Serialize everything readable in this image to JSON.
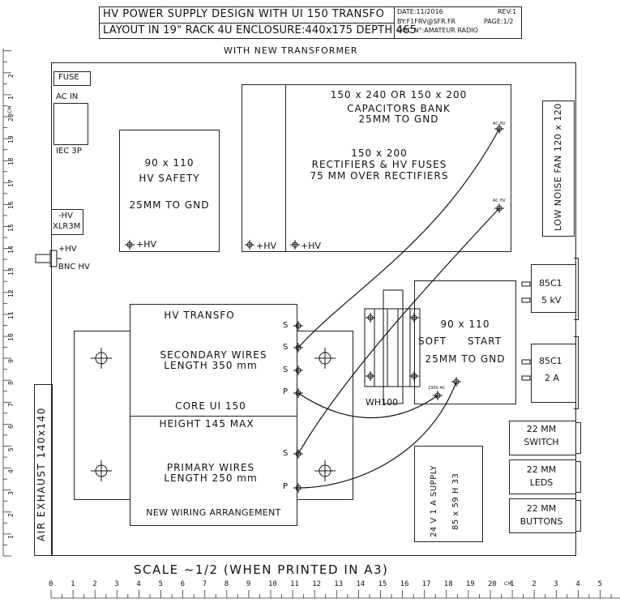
{
  "title_block": {
    "line1": "HV POWER SUPPLY DESIGN WITH UI 150 TRANSFO",
    "line2": "LAYOUT IN 19\" RACK 4U ENCLOSURE:440x175 DEPTH 465",
    "date": "DATE:11/2016",
    "rev": "REV:1",
    "by": "BY:F1FRV@SFR.FR",
    "page": "PAGE:1/2",
    "doc": "DOC N°:AMATEUR RADIO"
  },
  "subtitle": "WITH NEW TRANSFORMER",
  "fuse": "FUSE",
  "ac_in": "AC IN",
  "iec": "IEC 3P",
  "neg_hv": "-HV",
  "xlr": "XLR3M",
  "pos_hv": "+HV",
  "bnc": "BNC HV",
  "hv_safety": {
    "dims": "90 x 110",
    "name": "HV SAFETY",
    "gnd": "25MM TO GND",
    "terminal": "+HV"
  },
  "capacitors": {
    "dims": "150 x 240 OR 150 x 200",
    "name": "CAPACITORS BANK",
    "gnd": "25MM TO GND",
    "terminal_left": "+HV",
    "terminal_right": "+HV"
  },
  "rectifiers": {
    "dims": "150 x 200",
    "name": "RECTIFIERS & HV FUSES",
    "note": "75 MM OVER RECTIFIERS"
  },
  "ac_hv_label": "AC HV",
  "fan": "LOW NOISE FAN 120 x 120",
  "meter1": {
    "name": "85C1",
    "value": "5 kV"
  },
  "meter2": {
    "name": "85C1",
    "value": "2 A"
  },
  "switch": {
    "size": "22 MM",
    "name": "SWITCH"
  },
  "leds": {
    "size": "22 MM",
    "name": "LEDS"
  },
  "buttons": {
    "size": "22 MM",
    "name": "BUTTONS"
  },
  "transfo": {
    "title": "HV TRANSFO",
    "secondary": "SECONDARY WIRES",
    "secondary_len": "LENGTH 350 mm",
    "core": "CORE UI 150",
    "height": "HEIGHT 145 MAX",
    "primary": "PRIMARY WIRES",
    "primary_len": "LENGTH 250 mm",
    "wiring": "NEW WIRING ARRANGEMENT"
  },
  "terminals": [
    "S",
    "S",
    "S",
    "P",
    "S",
    "P"
  ],
  "wh100": "WH100",
  "soft_start": {
    "dims": "90 x 110",
    "line1": "SOFT",
    "line2": "START",
    "gnd": "25MM TO GND"
  },
  "ac_230_label": "230V AC",
  "supply": {
    "line1": "24 V 1 A SUPPLY",
    "line2": "85 x 59 H 33"
  },
  "air_exhaust": "AIR EXHAUST 140x140",
  "scale": "SCALE ~1/2 (WHEN PRINTED IN A3)",
  "ruler_h": [
    "0",
    "1",
    "2",
    "3",
    "4",
    "5",
    "6",
    "7",
    "8",
    "9",
    "10",
    "11",
    "12",
    "13",
    "14",
    "15",
    "16",
    "17",
    "18",
    "19",
    "20",
    "1",
    "2",
    "3",
    "4",
    "5"
  ],
  "ruler_h_unit": "CM",
  "ruler_v": [
    "1",
    "2",
    "3",
    "4",
    "5",
    "6",
    "7",
    "8",
    "9",
    "10",
    "11",
    "12",
    "13",
    "14",
    "15",
    "16",
    "17",
    "18",
    "19",
    "20",
    "1",
    "2"
  ],
  "ruler_v_unit": "CM"
}
